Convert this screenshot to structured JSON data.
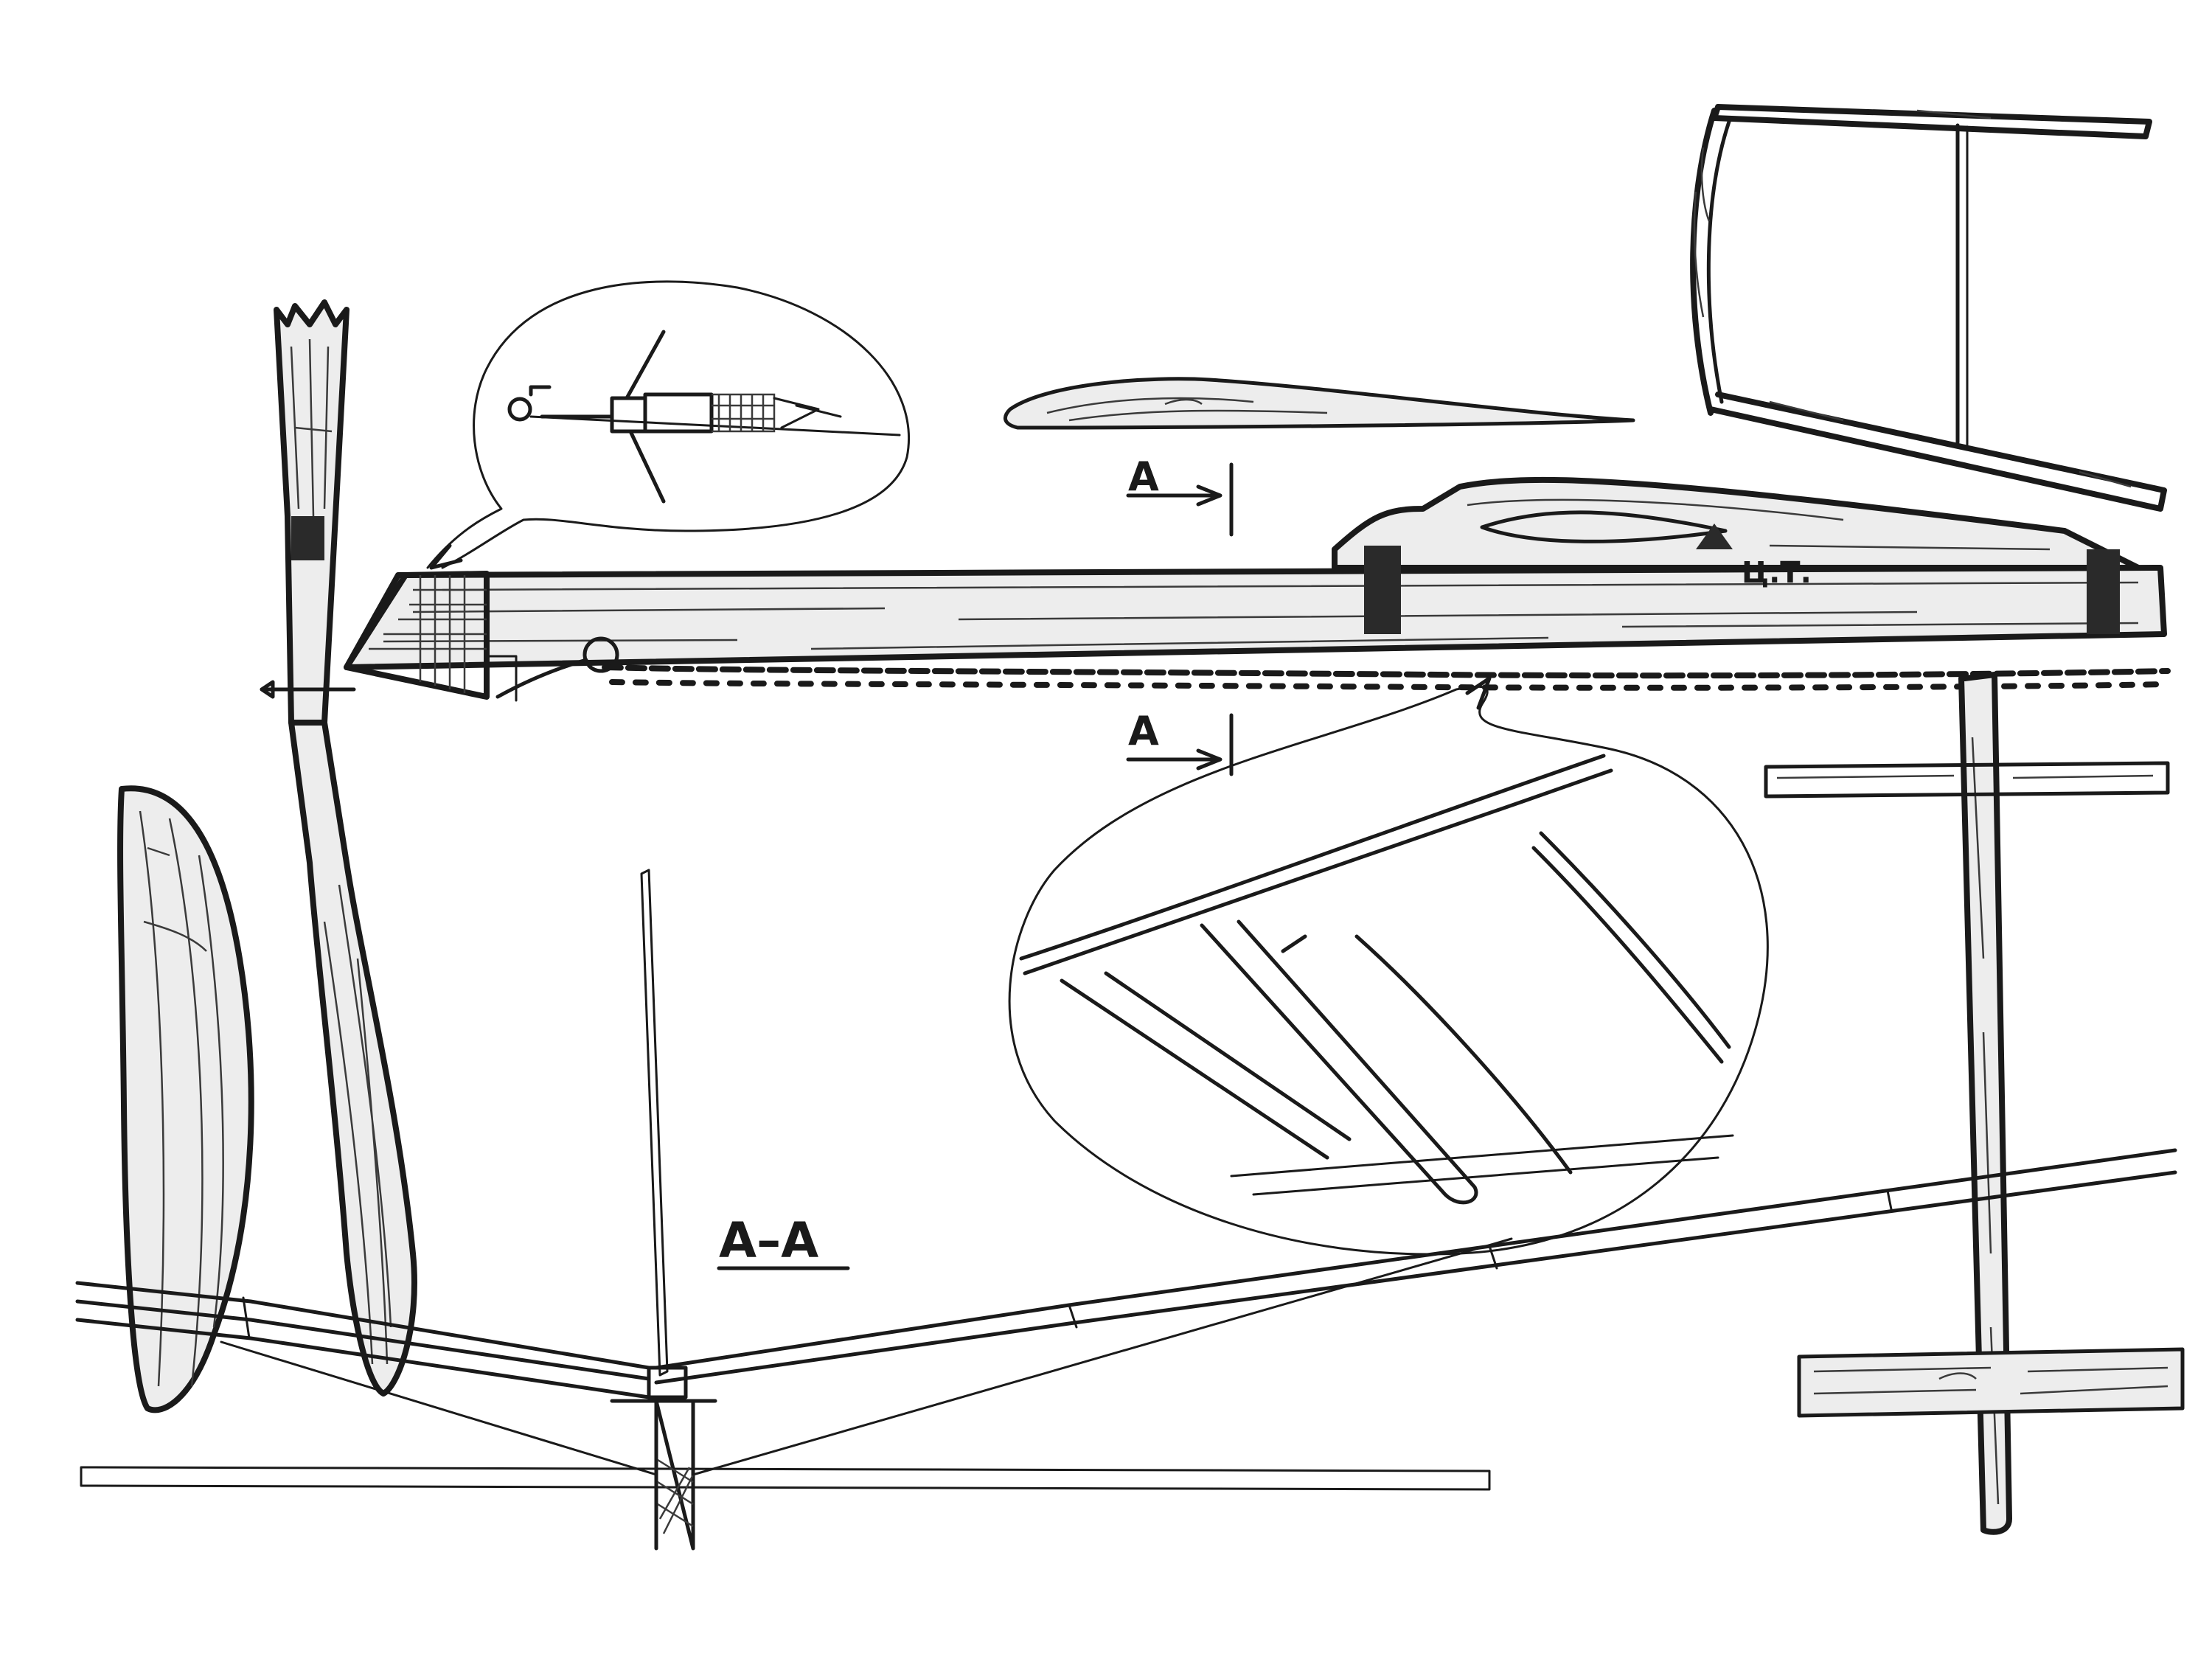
{
  "labels": {
    "section_top": "А",
    "section_bottom": "А",
    "section_view": "А–А",
    "center_of_gravity": "Ц.Т."
  },
  "colors": {
    "ink": "#1a1a1a",
    "paper": "#ffffff",
    "wood_fill": "#ededed",
    "dark_fill": "#2a2a2a"
  },
  "icons": {
    "cg_marker": "triangle-icon",
    "section_arrow": "arrow-right-icon"
  }
}
